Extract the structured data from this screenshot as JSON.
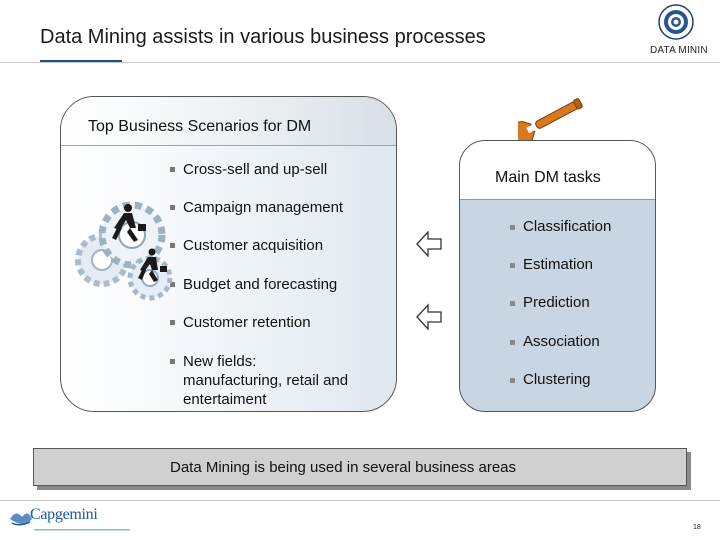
{
  "header": {
    "title": "Data Mining assists in various business processes",
    "logo_text": "DATA MININ"
  },
  "scenarios": {
    "title": "Top Business Scenarios for DM",
    "items": [
      "Cross-sell and up-sell",
      "Campaign management",
      "Customer acquisition",
      "Budget and forecasting",
      "Customer retention",
      "New fields: manufacturing, retail and entertaiment"
    ]
  },
  "tasks": {
    "title": "Main DM tasks",
    "items": [
      "Classification",
      "Estimation",
      "Prediction",
      "Association",
      "Clustering"
    ]
  },
  "banner": {
    "text": "Data Mining is being used in several business areas"
  },
  "footer": {
    "brand": "Capgemini",
    "page_number": "18"
  },
  "colors": {
    "title_underline": "#1f4e8c",
    "tasks_box_fill": "#c8d6e3",
    "banner_fill": "#d0d0d0",
    "brand_blue": "#1e5aa0",
    "wrench_orange": "#d9771f"
  },
  "icons": {
    "logo": "target-ring-icon",
    "wrench": "wrench-icon",
    "arrows": "left-arrow-icon",
    "illustration": "business-people-gears-illustration"
  }
}
